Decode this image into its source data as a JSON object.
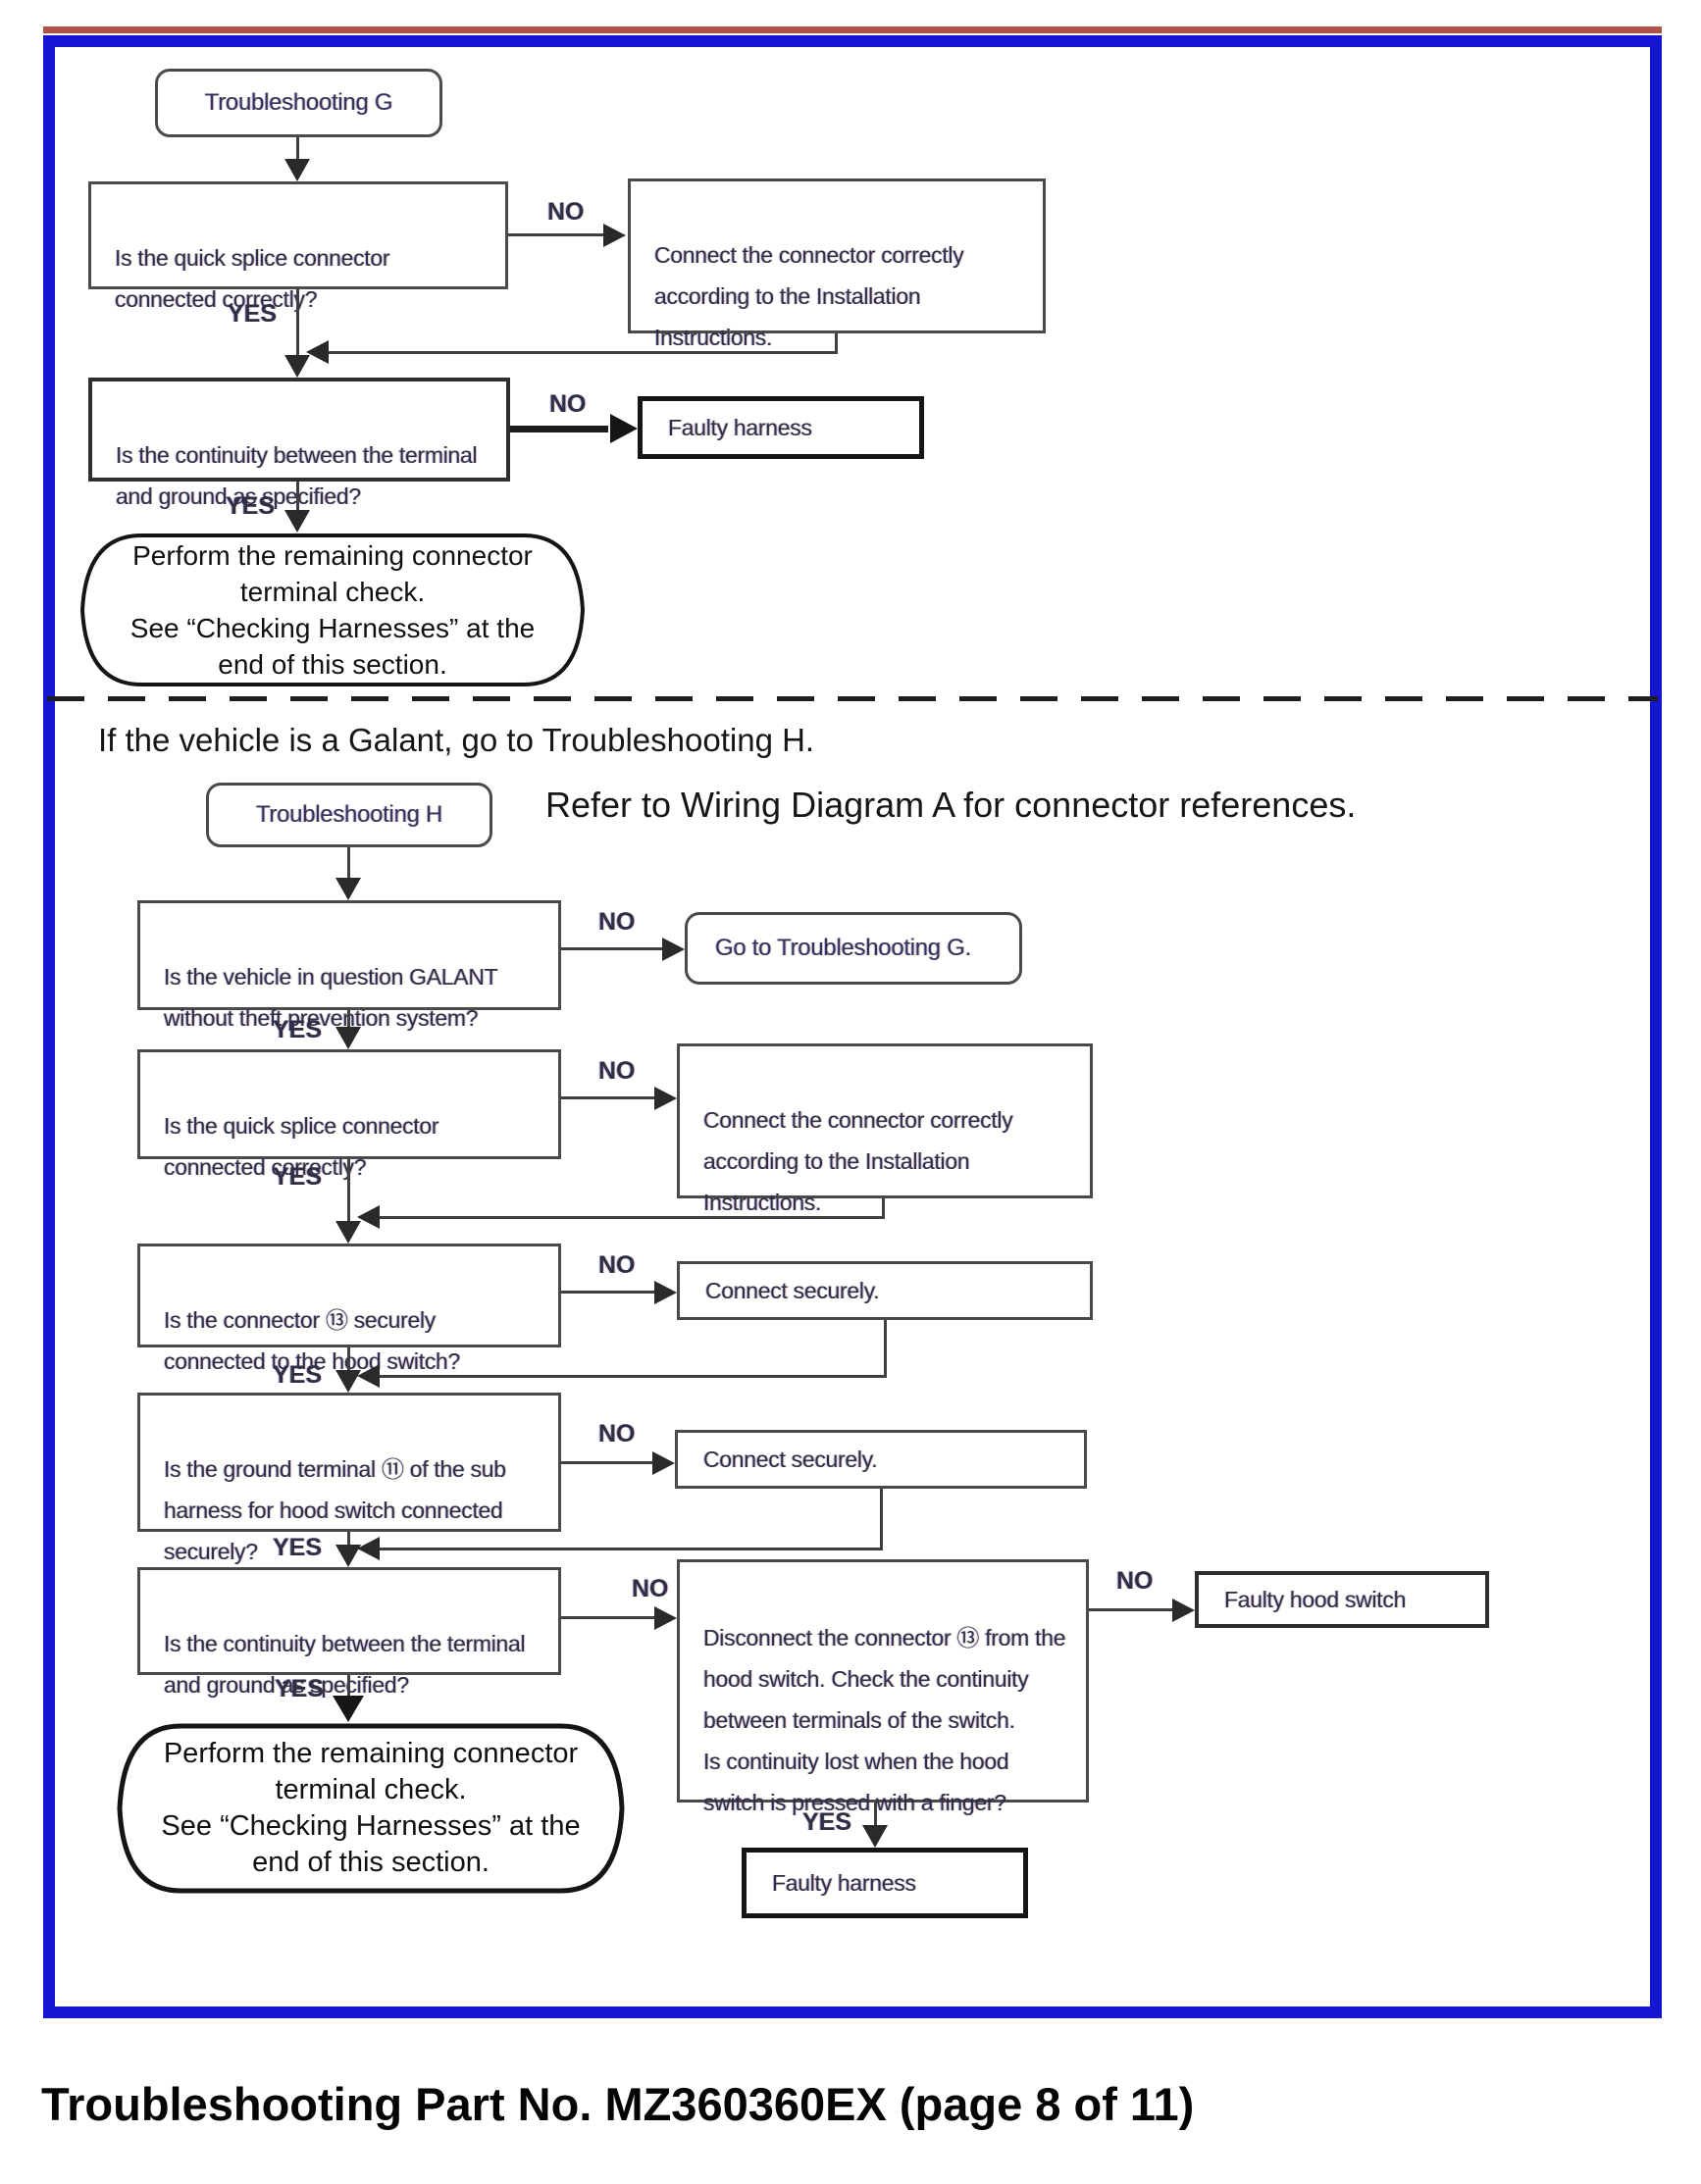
{
  "labels": {
    "yes": "YES",
    "no": "NO"
  },
  "g": {
    "start": "Troubleshooting G",
    "q_splice": "Is the quick splice connector\nconnected correctly?",
    "connect": "Connect the connector correctly\naccording to the Installation\nInstructions.",
    "q_continuity": "Is the continuity between the terminal\nand ground as specified?",
    "faulty_harness": "Faulty harness",
    "terminator": "Perform the remaining connector\nterminal check.\nSee “Checking Harnesses” at the\nend of this section."
  },
  "divider_note": "If the vehicle is a Galant, go to Troubleshooting H.",
  "h": {
    "start": "Troubleshooting H",
    "refer_note": "Refer to Wiring Diagram A for connector references.",
    "q_galant": "Is the vehicle in question GALANT\nwithout theft prevention system?",
    "goto_g": "Go to Troubleshooting G.",
    "q_splice": "Is the quick splice connector\nconnected correctly?",
    "connect": "Connect the connector correctly\naccording to the Installation\nInstructions.",
    "q_connector": "Is the connector ⑬ securely\nconnected to the hood switch?",
    "connect_securely_1": "Connect securely.",
    "q_ground": "Is the ground terminal ⑪ of the sub\nharness for hood switch connected\nsecurely?",
    "connect_securely_2": "Connect securely.",
    "q_continuity": "Is the continuity between the terminal\nand ground as specified?",
    "disconnect_check": "Disconnect the connector ⑬ from the\nhood switch. Check the continuity\nbetween terminals of the switch.\nIs continuity lost when the hood\nswitch is pressed with a finger?",
    "faulty_hood_switch": "Faulty hood switch",
    "faulty_harness": "Faulty harness",
    "terminator": "Perform the remaining connector\nterminal check.\nSee “Checking Harnesses” at the\nend of this section."
  },
  "caption": "Troubleshooting Part No. MZ360360EX (page 8 of 11)"
}
